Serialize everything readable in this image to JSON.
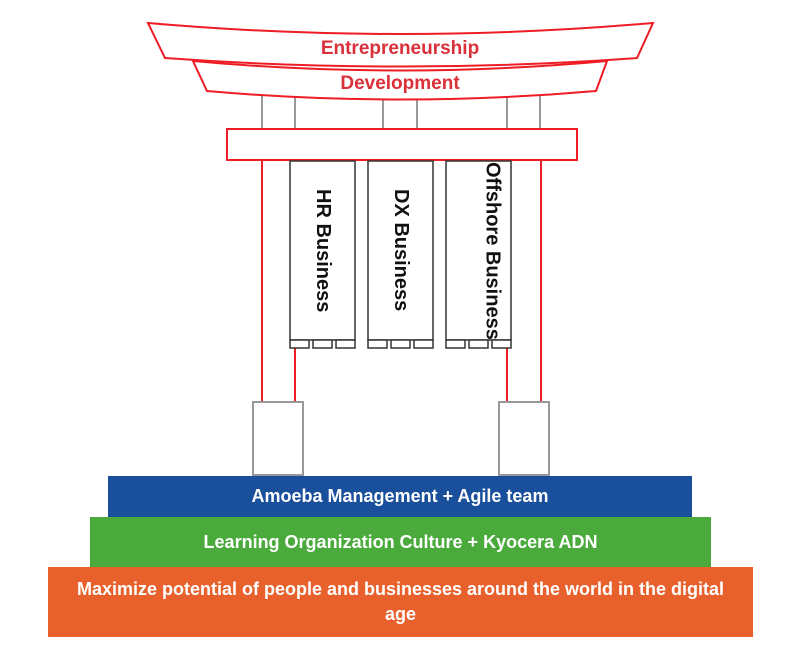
{
  "gate": {
    "top_beam_1": "Entrepreneurship",
    "top_beam_2": "Development",
    "pillars": [
      "HR Business",
      "DX Business",
      "Offshore Business"
    ]
  },
  "foundations": [
    {
      "label": "Amoeba Management + Agile team",
      "color": "#1a4f9c"
    },
    {
      "label": "Learning Organization Culture + Kyocera ADN",
      "color": "#4aab3c"
    },
    {
      "label": "Maximize potential of people and businesses around the world in the digital age",
      "color": "#e8612c"
    }
  ],
  "colors": {
    "red": "#ee1c24",
    "text_red": "#d9303a",
    "gray": "#8c8c8c"
  }
}
